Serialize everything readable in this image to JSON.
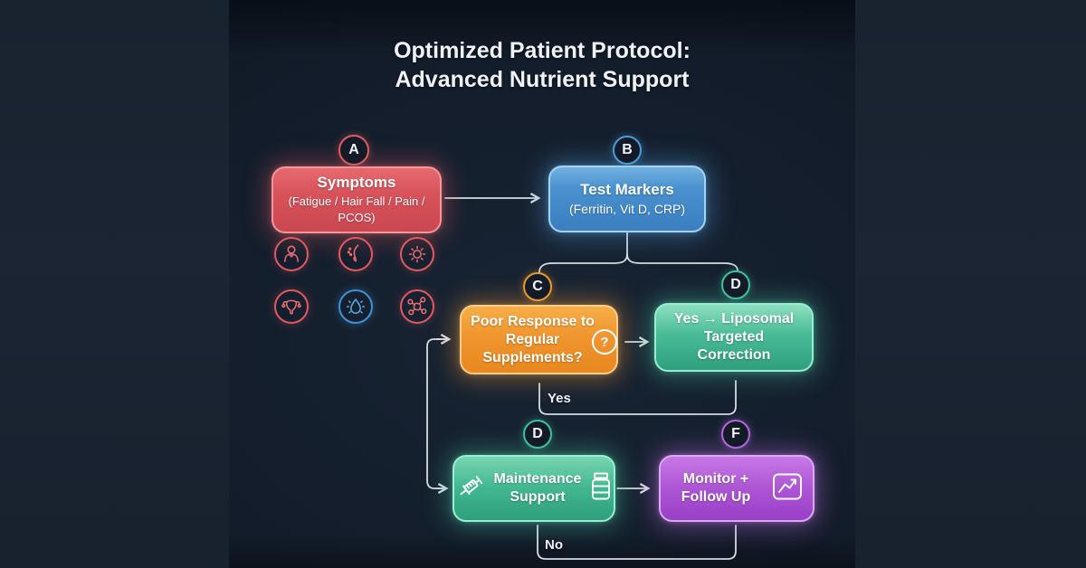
{
  "title": {
    "line1": "Optimized Patient Protocol:",
    "line2": "Advanced Nutrient Support"
  },
  "nodes": {
    "symptoms": {
      "badge": "A",
      "title": "Symptoms",
      "subtitle": "(Fatigue / Hair Fall / Pain / PCOS)",
      "color": "#d7525a"
    },
    "test_markers": {
      "badge": "B",
      "title": "Test Markers",
      "subtitle": "(Ferritin, Vit D, CRP)",
      "color": "#4a92cf"
    },
    "poor_response": {
      "badge": "C",
      "title": "Poor Response to Regular Supplements?",
      "question_mark": "?",
      "color": "#f0952f"
    },
    "liposomal_correction": {
      "badge": "D",
      "title": "Yes → Liposomal Targeted Correction",
      "color": "#49bc97"
    },
    "maintenance_support": {
      "badge": "D",
      "title": "Maintenance Support",
      "color": "#41b78f"
    },
    "monitor_follow_up": {
      "badge": "F",
      "title": "Monitor + Follow Up",
      "color": "#ac54d4"
    }
  },
  "edge_labels": {
    "yes": "Yes",
    "no": "No"
  },
  "symptom_icons": [
    "person",
    "hair-follicle",
    "sun",
    "uterus",
    "water-drop",
    "molecule"
  ],
  "node_icons": [
    "question-mark",
    "syringe",
    "pill-bottle",
    "trend-chart"
  ],
  "background": {
    "side_panels": "#1a2432",
    "canvas": "#131d2b",
    "connector_lines": "#d7dce2"
  }
}
